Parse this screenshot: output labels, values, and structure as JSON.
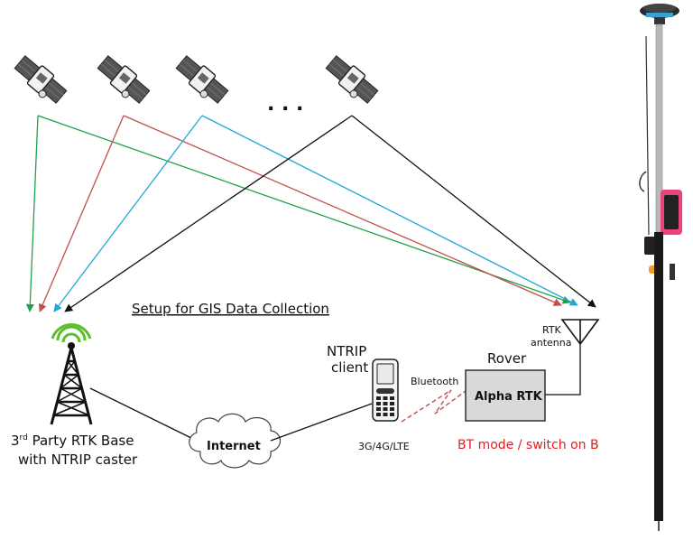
{
  "title": "Setup for GIS Data Collection",
  "ellipsis": ". . .",
  "base_station": {
    "label_line1_main": "3",
    "label_line1_sup": "rd",
    "label_line1_rest": " Party RTK Base",
    "label_line2": "with NTRIP caster"
  },
  "internet_label": "Internet",
  "ntrip_client": {
    "line1": "NTRIP",
    "line2": "client"
  },
  "network_label": "3G/4G/LTE",
  "bluetooth_label": "Bluetooth",
  "rover": {
    "title": "Rover",
    "device_label": "Alpha RTK"
  },
  "rtk_antenna": {
    "line1": "RTK",
    "line2": "antenna"
  },
  "bt_mode_note": "BT mode / switch on B",
  "colors": {
    "green": "#22a04a",
    "red": "#c0504d",
    "blue": "#1ea8d8",
    "black": "#111111",
    "note_red": "#e02020",
    "rover_box": "#d9d9d9"
  },
  "icons": [
    "satellite-icon",
    "cell-tower-icon",
    "cloud-icon",
    "phone-icon",
    "antenna-icon",
    "gnss-pole-icon"
  ]
}
